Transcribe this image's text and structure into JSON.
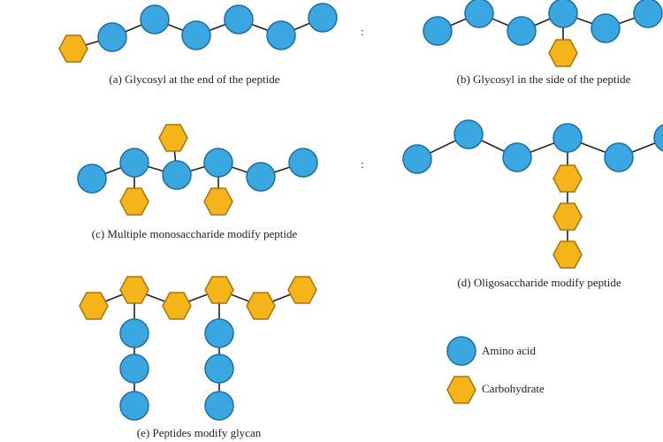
{
  "panels": {
    "a": {
      "caption": "(a) Glycosyl at the end of the peptide"
    },
    "b": {
      "caption": "(b) Glycosyl in the side of the peptide"
    },
    "c": {
      "caption": "(c) Multiple monosaccharide modify peptide"
    },
    "d": {
      "caption": "(d) Oligosaccharide modify peptide"
    },
    "e": {
      "caption": "(e) Peptides modify glycan"
    }
  },
  "legend": {
    "amino_acid": "Amino acid",
    "carbohydrate": "Carbohydrate"
  },
  "separators": [
    ":",
    ":"
  ],
  "colors": {
    "amino_acid": "#3aa7e0",
    "carbohydrate": "#f4b41a"
  }
}
